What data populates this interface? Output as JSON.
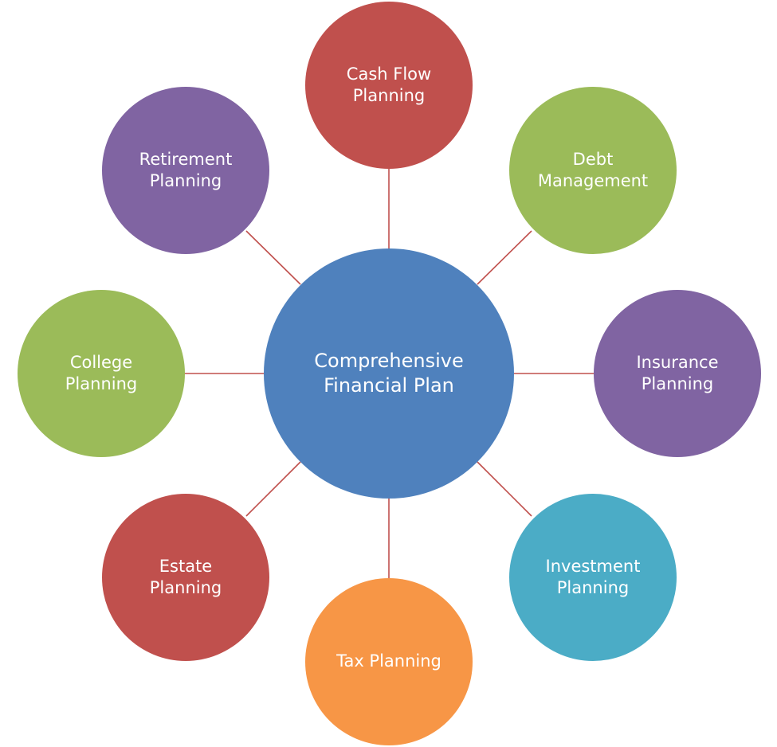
{
  "diagram": {
    "center": {
      "label": "Comprehensive\nFinancial Plan",
      "color": "#4F81BD"
    },
    "nodes": [
      {
        "id": "cashflow",
        "label": "Cash Flow\nPlanning",
        "color": "#C0504D"
      },
      {
        "id": "debt",
        "label": "Debt\nManagement",
        "color": "#9BBB59"
      },
      {
        "id": "insurance",
        "label": "Insurance\nPlanning",
        "color": "#8064A2"
      },
      {
        "id": "investment",
        "label": "Investment\nPlanning",
        "color": "#4BACC6"
      },
      {
        "id": "tax",
        "label": "Tax Planning",
        "color": "#F79646"
      },
      {
        "id": "estate",
        "label": "Estate\nPlanning",
        "color": "#C0504D"
      },
      {
        "id": "college",
        "label": "College\nPlanning",
        "color": "#9BBB59"
      },
      {
        "id": "retirement",
        "label": "Retirement\nPlanning",
        "color": "#8064A2"
      }
    ],
    "connector_color": "#C0504D"
  }
}
